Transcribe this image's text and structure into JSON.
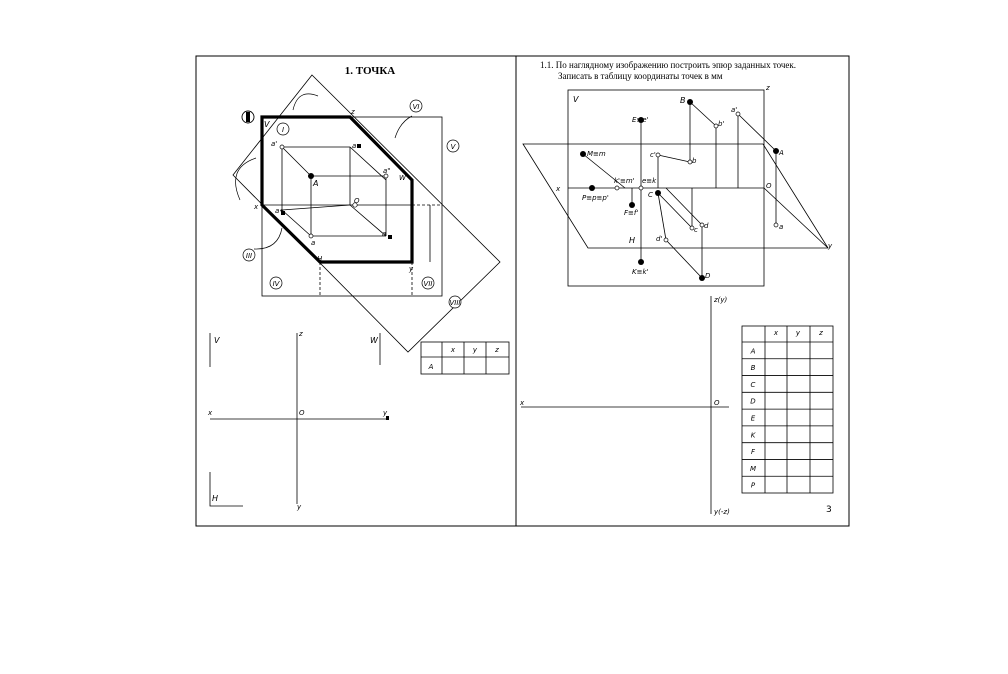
{
  "page": {
    "left_title": "1. ТОЧКА",
    "task_line1": "1.1. По наглядному изображению построить эпюр заданных точек.",
    "task_line2": "Записать в таблицу координаты точек в мм",
    "page_number": "3"
  },
  "left_axo": {
    "roman": [
      "I",
      "II",
      "III",
      "IV",
      "V",
      "VI",
      "VII",
      "VIII"
    ],
    "labels": {
      "V": "V",
      "W": "W",
      "H": "H",
      "x": "x",
      "y": "y",
      "z": "z",
      "A": "A",
      "O": "O",
      "a1": "a'",
      "a2": "a",
      "a3": "a\"",
      "a4": "a•",
      "a5": "a•",
      "a6": "a"
    }
  },
  "left_epure": {
    "V": "V",
    "W": "W",
    "H": "H",
    "x": "x",
    "z": "z",
    "O": "O",
    "y_right": "y",
    "y_bottom": "y"
  },
  "table_a": {
    "headers": [
      "",
      "x",
      "y",
      "z"
    ],
    "rows": [
      [
        "A",
        "",
        "",
        ""
      ]
    ]
  },
  "right_axo": {
    "labels": {
      "V": "V",
      "z": "z",
      "x": "x",
      "y": "y",
      "O": "O",
      "H": "H",
      "B": "B",
      "b1": "b'",
      "b": "b",
      "a1": "a'",
      "A": "A",
      "a": "a",
      "Ee": "E≡e'",
      "Mm": "M≡m",
      "Ppp": "P≡p≡p'",
      "km": "k'≡m'",
      "ek": "e≡k",
      "Ff": "F≡f'",
      "C": "C",
      "c": "c",
      "c1": "c'",
      "d1": "d'",
      "d": "d",
      "D": "D",
      "Kk": "K≡k'"
    }
  },
  "right_epure": {
    "zy": "z(y)",
    "ymz": "y(-z)",
    "x": "x",
    "O": "O"
  },
  "table_points": {
    "headers": [
      "",
      "x",
      "y",
      "z"
    ],
    "rows": [
      [
        "A",
        "",
        "",
        ""
      ],
      [
        "B",
        "",
        "",
        ""
      ],
      [
        "C",
        "",
        "",
        ""
      ],
      [
        "D",
        "",
        "",
        ""
      ],
      [
        "E",
        "",
        "",
        ""
      ],
      [
        "K",
        "",
        "",
        ""
      ],
      [
        "F",
        "",
        "",
        ""
      ],
      [
        "M",
        "",
        "",
        ""
      ],
      [
        "P",
        "",
        "",
        ""
      ]
    ]
  }
}
